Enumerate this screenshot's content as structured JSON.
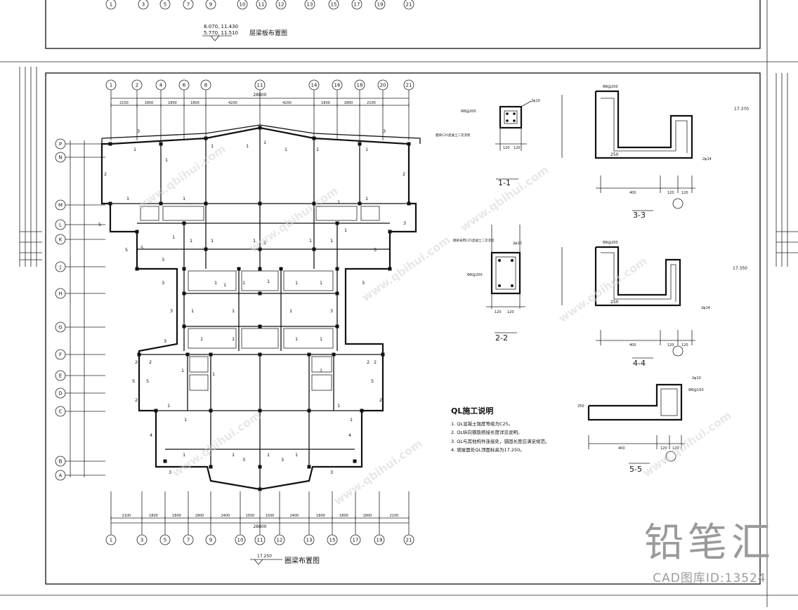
{
  "top_sheet": {
    "grid_labels": [
      "1",
      "3",
      "5",
      "7",
      "9",
      "10",
      "11",
      "12",
      "13",
      "15",
      "17",
      "19",
      "21"
    ],
    "level_note_1": "8.070, 11.430",
    "level_note_2": "5.770, 11.510",
    "title": "层梁板布置图"
  },
  "main_plan": {
    "top_axes": [
      "1",
      "2",
      "4",
      "6",
      "8",
      "11",
      "14",
      "16",
      "18",
      "20",
      "21"
    ],
    "bottom_axes": [
      "1",
      "3",
      "5",
      "7",
      "9",
      "10",
      "11",
      "12",
      "13",
      "15",
      "17",
      "19",
      "21"
    ],
    "row_axes": [
      "P",
      "N",
      "M",
      "L",
      "K",
      "J",
      "H",
      "G",
      "F",
      "E",
      "D",
      "C",
      "B",
      "A"
    ],
    "overall_dim": "28800",
    "top_dims": [
      "2100",
      "1800",
      "1800",
      "1800",
      "4200",
      "4200",
      "1800",
      "1800",
      "2100"
    ],
    "bottom_dims": [
      "2100",
      "1800",
      "1800",
      "1800",
      "2400",
      "1500",
      "1500",
      "2400",
      "1800",
      "1800",
      "1800",
      "2100"
    ],
    "level": "17.250",
    "title": "圈梁布置图"
  },
  "sections": {
    "s11": {
      "label": "1-1",
      "bar_top": "2φ10",
      "stirrup": "Φ8@200",
      "note": "圈梁C25混凝土二次浇筑",
      "w1": "120",
      "w2": "120"
    },
    "s22": {
      "label": "2-2",
      "bar": "2φ10",
      "stirrup": "Φ8@200",
      "note": "圈梁采用C25混凝土二次浇筑",
      "w1": "120",
      "w2": "120"
    },
    "s33": {
      "label": "3-3",
      "level": "17.370",
      "stirrup": "Φ8@200",
      "bar": "2φ14",
      "d1": "400",
      "d2": "120",
      "d3": "120",
      "spacing": "250"
    },
    "s44": {
      "label": "4-4",
      "level": "17.350",
      "stirrup": "Φ8@200",
      "bar": "2φ14",
      "d1": "400",
      "d2": "120",
      "d3": "120",
      "spacing": "250"
    },
    "s55": {
      "label": "5-5",
      "bar": "2φ10",
      "stirrup": "Φ8@150",
      "d1": "400",
      "d2": "120",
      "d3": "120",
      "h": "250"
    }
  },
  "notes": {
    "title": "QL施工说明",
    "items": [
      "1. QL混凝土强度等级为C25。",
      "2. QL纵向钢筋搭接长度详见说明。",
      "3. QL与其他构件连接处，锚固长度应满足规范。",
      "4. 坡屋面处QL顶面标高为17.250。"
    ]
  },
  "brand": {
    "logo": "铅笔汇",
    "code": "CAD图库ID:13524"
  }
}
